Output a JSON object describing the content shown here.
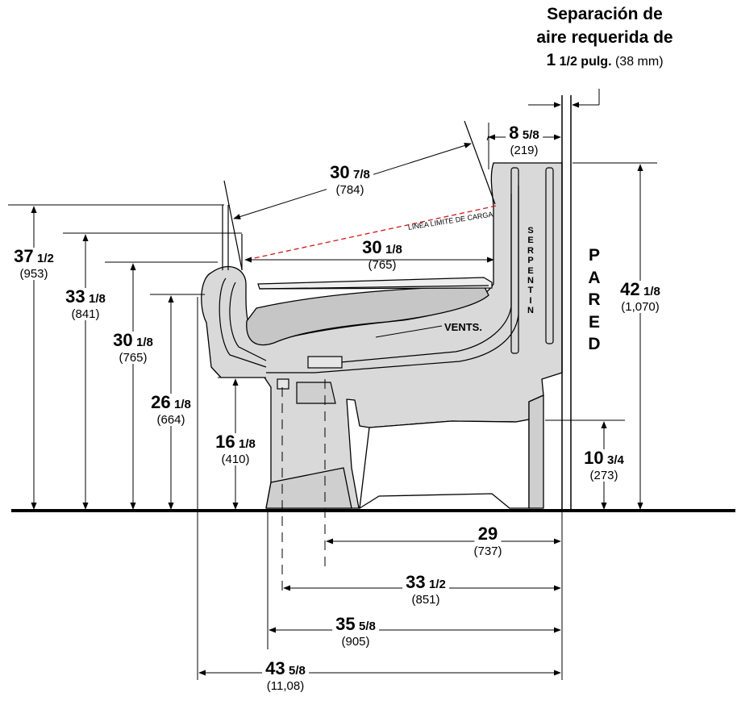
{
  "header": {
    "line1": "Separación de",
    "line2": "aire requerida de",
    "clearance_whole": "1",
    "clearance_frac": "1/2 pulg.",
    "clearance_mm": "(38 mm)"
  },
  "labels": {
    "wall": [
      "P",
      "A",
      "R",
      "E",
      "D"
    ],
    "coil": [
      "S",
      "E",
      "R",
      "P",
      "E",
      "N",
      "T",
      "I",
      "N"
    ],
    "vents": "VENTS.",
    "load_limit": "LINEA LIMITE DE CARGA"
  },
  "dimensions": {
    "h_37": {
      "whole": "37",
      "frac": "1/2",
      "mm": "(953)"
    },
    "h_33": {
      "whole": "33",
      "frac": "1/8",
      "mm": "(841)"
    },
    "h_30": {
      "whole": "30",
      "frac": "1/8",
      "mm": "(765)"
    },
    "h_26": {
      "whole": "26",
      "frac": "1/8",
      "mm": "(664)"
    },
    "h_16": {
      "whole": "16",
      "frac": "1/8",
      "mm": "(410)"
    },
    "h_42": {
      "whole": "42",
      "frac": "1/8",
      "mm": "(1,070)"
    },
    "h_10": {
      "whole": "10",
      "frac": "3/4",
      "mm": "(273)"
    },
    "top_30_7_8": {
      "whole": "30",
      "frac": "7/8",
      "mm": "(784)"
    },
    "top_8_5_8": {
      "whole": "8",
      "frac": "5/8",
      "mm": "(219)"
    },
    "inner_30_1_8": {
      "whole": "30",
      "frac": "1/8",
      "mm": "(765)"
    },
    "w_29": {
      "whole": "29",
      "frac": "",
      "mm": "(737)"
    },
    "w_33": {
      "whole": "33",
      "frac": "1/2",
      "mm": "(851)"
    },
    "w_35": {
      "whole": "35",
      "frac": "5/8",
      "mm": "(905)"
    },
    "w_43": {
      "whole": "43",
      "frac": "5/8",
      "mm": "(11,08)"
    }
  }
}
